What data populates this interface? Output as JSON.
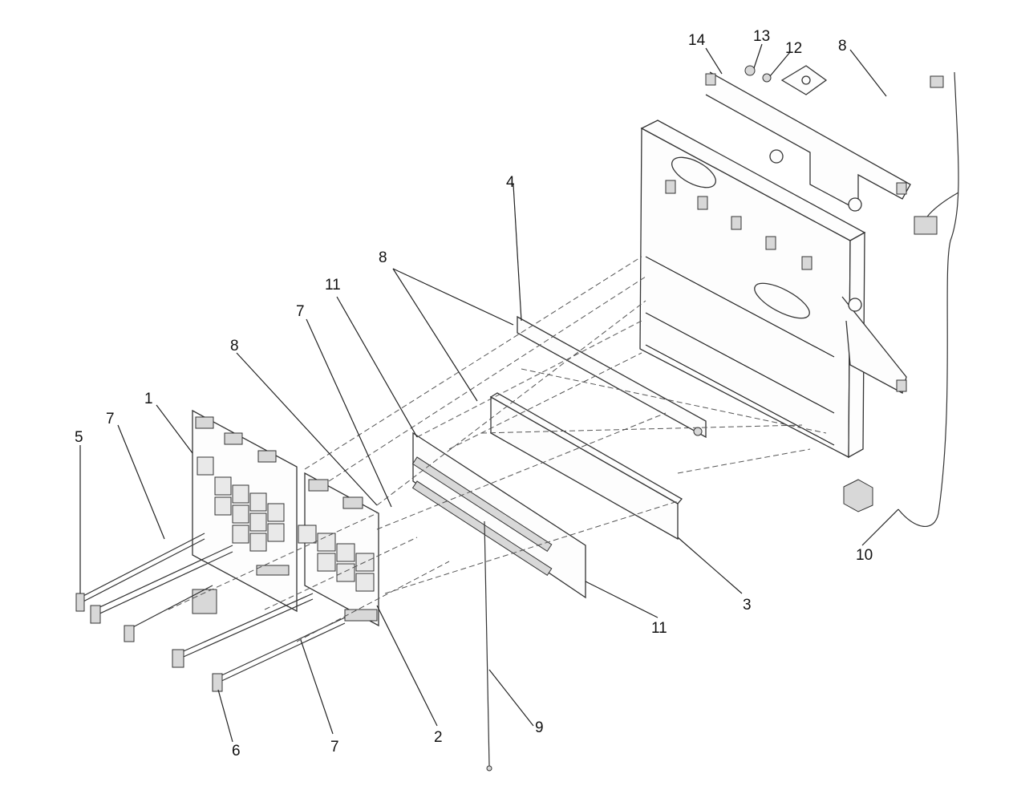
{
  "callouts": [
    {
      "id": "1",
      "text": "1"
    },
    {
      "id": "2",
      "text": "2"
    },
    {
      "id": "3",
      "text": "3"
    },
    {
      "id": "4",
      "text": "4"
    },
    {
      "id": "5",
      "text": "5"
    },
    {
      "id": "6",
      "text": "6"
    },
    {
      "id": "7a",
      "text": "7"
    },
    {
      "id": "7b",
      "text": "7"
    },
    {
      "id": "7c",
      "text": "7"
    },
    {
      "id": "8a",
      "text": "8"
    },
    {
      "id": "8b",
      "text": "8"
    },
    {
      "id": "8c",
      "text": "8"
    },
    {
      "id": "9",
      "text": "9"
    },
    {
      "id": "10",
      "text": "10"
    },
    {
      "id": "11a",
      "text": "11"
    },
    {
      "id": "11b",
      "text": "11"
    },
    {
      "id": "12",
      "text": "12"
    },
    {
      "id": "13",
      "text": "13"
    },
    {
      "id": "14",
      "text": "14"
    }
  ]
}
